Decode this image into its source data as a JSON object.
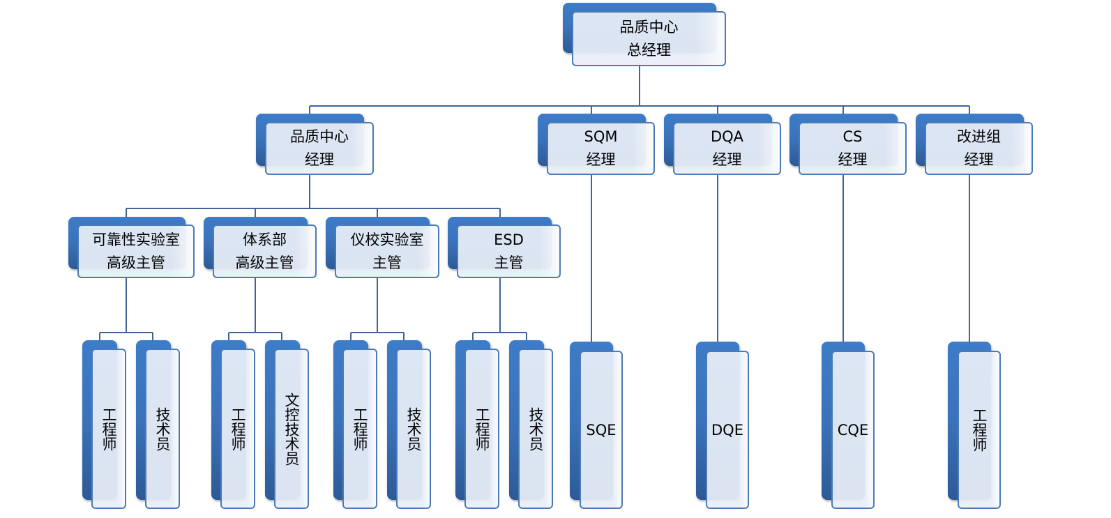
{
  "diagram": {
    "type": "org-chart",
    "colors": {
      "node_back": "#3a72ba",
      "node_front": "#e8eef7",
      "node_border": "#4a7ab8",
      "connector": "#3e6596"
    },
    "root": {
      "id": "n0",
      "lines": [
        "品质中心",
        "总经理"
      ]
    },
    "level2": [
      {
        "id": "n1",
        "lines": [
          "品质中心",
          "经理"
        ]
      },
      {
        "id": "n2",
        "lines": [
          "SQM",
          "经理"
        ]
      },
      {
        "id": "n3",
        "lines": [
          "DQA",
          "经理"
        ]
      },
      {
        "id": "n4",
        "lines": [
          "CS",
          "经理"
        ]
      },
      {
        "id": "n5",
        "lines": [
          "改进组",
          "经理"
        ]
      }
    ],
    "level3": [
      {
        "id": "n6",
        "parent": "n1",
        "lines": [
          "可靠性实验室",
          "高级主管"
        ]
      },
      {
        "id": "n7",
        "parent": "n1",
        "lines": [
          "体系部",
          "高级主管"
        ]
      },
      {
        "id": "n8",
        "parent": "n1",
        "lines": [
          "仪校实验室",
          "主管"
        ]
      },
      {
        "id": "n9",
        "parent": "n1",
        "lines": [
          "ESD",
          "主管"
        ]
      }
    ],
    "level4": [
      {
        "id": "n10",
        "parent": "n6",
        "text": "工程师",
        "vertical": true
      },
      {
        "id": "n11",
        "parent": "n6",
        "text": "技术员",
        "vertical": true
      },
      {
        "id": "n12",
        "parent": "n7",
        "text": "工程师",
        "vertical": true
      },
      {
        "id": "n13",
        "parent": "n7",
        "text": "文控技术员",
        "vertical": true
      },
      {
        "id": "n14",
        "parent": "n8",
        "text": "工程师",
        "vertical": true
      },
      {
        "id": "n15",
        "parent": "n8",
        "text": "技术员",
        "vertical": true
      },
      {
        "id": "n16",
        "parent": "n9",
        "text": "工程师",
        "vertical": true
      },
      {
        "id": "n17",
        "parent": "n9",
        "text": "技术员",
        "vertical": true
      },
      {
        "id": "n18",
        "parent": "n2",
        "text": "SQE",
        "vertical": false
      },
      {
        "id": "n19",
        "parent": "n3",
        "text": "DQE",
        "vertical": false
      },
      {
        "id": "n20",
        "parent": "n4",
        "text": "CQE",
        "vertical": false
      },
      {
        "id": "n21",
        "parent": "n5",
        "text": "工程师",
        "vertical": true
      }
    ]
  }
}
